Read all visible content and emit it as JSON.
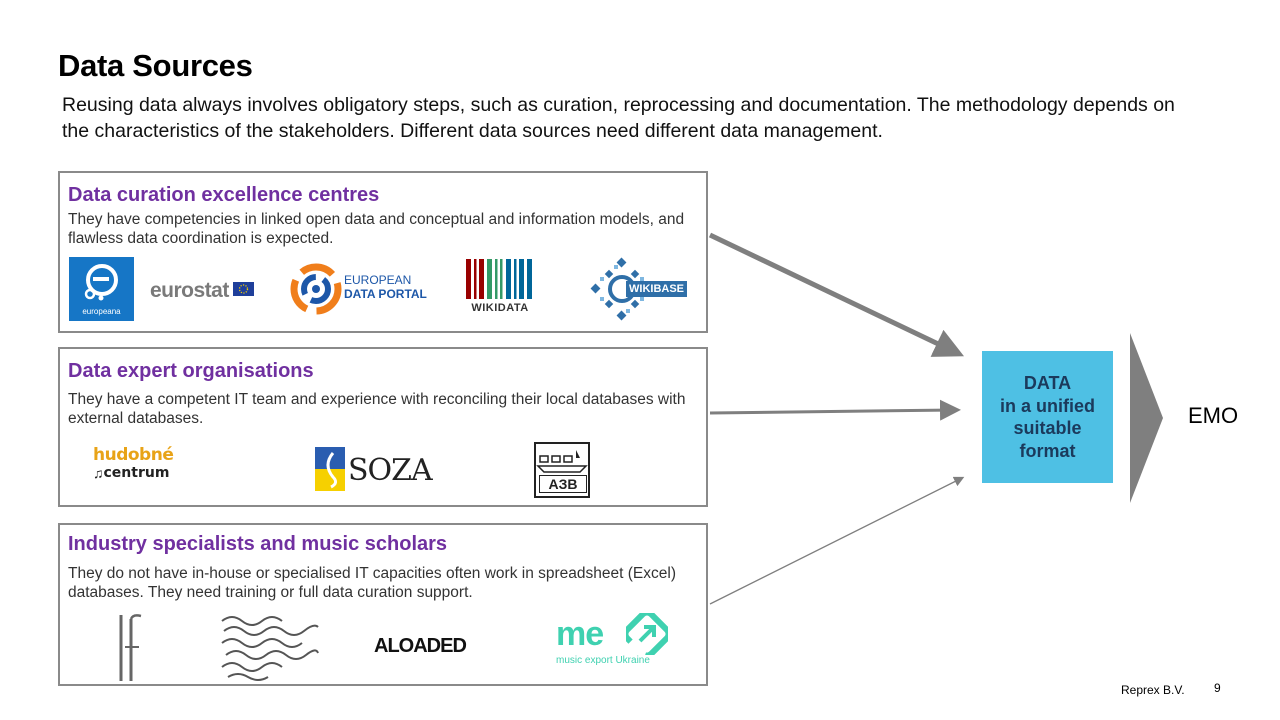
{
  "slide": {
    "title": "Data Sources",
    "intro": "Reusing data always involves obligatory steps, such as curation, reprocessing and  documentation. The methodology depends on the characteristics of the stakeholders. Different data sources need different data management."
  },
  "boxes": [
    {
      "title": "Data curation excellence centres",
      "description": "They have competencies in linked open data and conceptual and information models, and flawless data coordination is expected.",
      "logos": [
        "europeana",
        "eurostat",
        "EUROPEAN",
        "DATA PORTAL",
        "WIKIDATA",
        "WIKIBASE"
      ]
    },
    {
      "title": "Data expert organisations",
      "description": "They have a competent IT team and experience with reconciling their local databases with external databases.",
      "logos": [
        "hudobné",
        "centrum",
        "SOZA",
        "АЗВ"
      ]
    },
    {
      "title": "Industry specialists and music scholars",
      "description": "They do not have in-house or specialised IT capacities often work in spreadsheet (Excel) databases. They need training or full data curation support.",
      "logos": [
        "ALOADED",
        "me",
        "music export Ukraine"
      ]
    }
  ],
  "target": {
    "lines": [
      "DATA",
      "in a unified",
      "suitable",
      "format"
    ],
    "color": "#4ec0e4"
  },
  "destination": "EMO",
  "footer": {
    "company": "Reprex B.V.",
    "page_number": "9"
  },
  "colors": {
    "heading_purple": "#7030a0",
    "box_border": "#8a8a8a",
    "arrow_gray": "#7f7f7f"
  }
}
